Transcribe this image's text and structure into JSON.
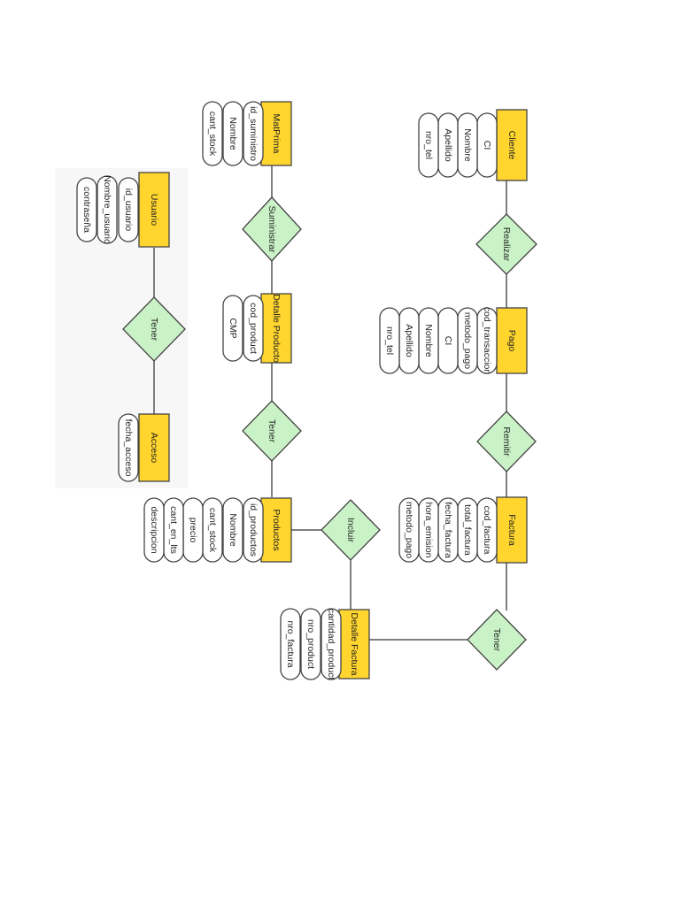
{
  "entities": {
    "usuario": "Usuario",
    "acceso": "Acceso",
    "matprima": "MatPrima",
    "detalle_producto": "Detalle Producto",
    "productos": "Productos",
    "detalle_factura": "Detalle Factura",
    "cliente": "Cliente",
    "pago": "Pago",
    "factura": "Factura"
  },
  "relationships": {
    "tener_usuario_acceso": "Tener",
    "suministrar": "Suministrar",
    "tener_detalle_productos": "Tener",
    "incluir": "Incluir",
    "realizar": "Realizar",
    "remitir": "Remitir",
    "tener_factura_detalle": "Tener"
  },
  "attributes": {
    "usuario": [
      "id_usuario",
      "Nombre_usuario",
      "contraseña"
    ],
    "acceso": [
      "fecha_acceso"
    ],
    "matprima": [
      "id_suministro",
      "Nombre",
      "cant_stock"
    ],
    "detalle_producto": [
      "cod_product",
      "CMP"
    ],
    "productos": [
      "id_productos",
      "Nombre",
      "cant_stock",
      "precio",
      "cant_en_lts",
      "descripcion"
    ],
    "detalle_factura": [
      "cantidad_product",
      "nro_product",
      "nro_factura"
    ],
    "cliente": [
      "CI",
      "Nombre",
      "Apellido",
      "nro_tel"
    ],
    "pago": [
      "cod_transaccion",
      "metodo_pago",
      "CI",
      "Nombre",
      "Apellido",
      "nro_tel"
    ],
    "factura": [
      "cod_factura",
      "total_factura",
      "fecha_factura",
      "hora_emision",
      "metodo_pago"
    ]
  },
  "colors": {
    "entity": "#ffd52e",
    "relationship": "#c9f2c7",
    "attribute": "#ffffff",
    "stroke": "#444444"
  }
}
